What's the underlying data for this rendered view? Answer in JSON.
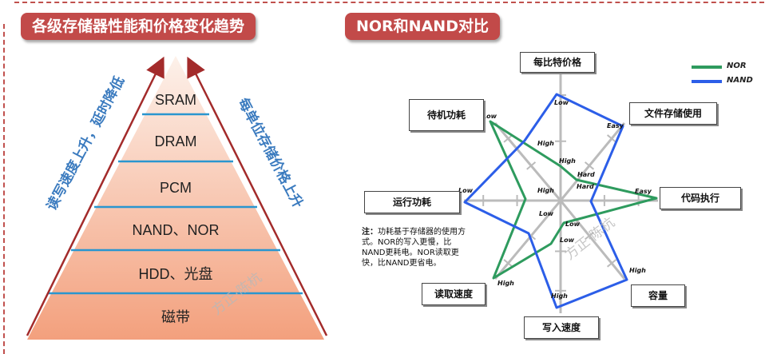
{
  "left_panel": {
    "title": "各级存储器性能和价格变化趋势",
    "layers": [
      "SRAM",
      "DRAM",
      "PCM",
      "NAND、NOR",
      "HDD、光盘",
      "磁带"
    ],
    "left_arrow_label": "读写速度上升，延时降低",
    "right_arrow_label": "每单位存储价格上升",
    "watermark": "方正·陈杭"
  },
  "right_panel": {
    "title": "NOR和NAND对比",
    "watermark": "方正·陈杭",
    "axes": [
      {
        "label": "每比特价格",
        "outer": "Low",
        "inner": "High"
      },
      {
        "label": "文件存储使用",
        "outer": "Easy",
        "inner": "Hard"
      },
      {
        "label": "代码执行",
        "outer": "Easy",
        "inner": "Hard"
      },
      {
        "label": "容量",
        "outer": "High",
        "inner": "Low"
      },
      {
        "label": "写入速度",
        "outer": "High",
        "inner": "Low"
      },
      {
        "label": "读取速度",
        "outer": "High",
        "inner": "Low"
      },
      {
        "label": "运行功耗",
        "outer": "Low",
        "inner": "High"
      },
      {
        "label": "待机功耗",
        "outer": "Low",
        "inner": "High"
      }
    ],
    "legend": [
      {
        "name": "NOR",
        "color": "#2e9b5e"
      },
      {
        "name": "NAND",
        "color": "#2c5ee8"
      }
    ],
    "note_label": "注：",
    "note_text": "功耗基于存储器的使用方式。NOR的写入更慢，比NAND更耗电。NOR读取更快，比NAND更省电。"
  }
}
